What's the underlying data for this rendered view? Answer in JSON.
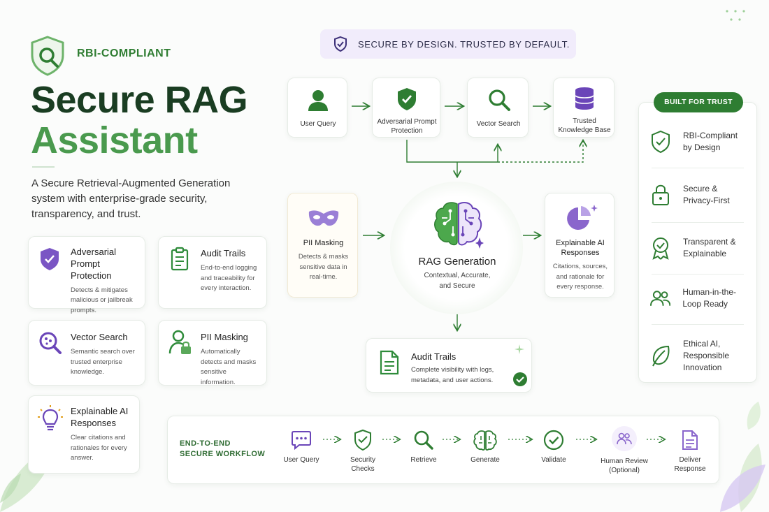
{
  "header": {
    "badge": "RBI-COMPLIANT",
    "title_line1": "Secure RAG",
    "title_line2": "Assistant",
    "description": "A Secure Retrieval-Augmented Generation system with enterprise-grade security, transparency, and trust."
  },
  "banner": {
    "text": "SECURE BY DESIGN. TRUSTED BY DEFAULT."
  },
  "feature_cards": [
    {
      "title": "Adversarial Prompt Protection",
      "desc": "Detects & mitigates malicious or jailbreak prompts.",
      "icon": "shield-icon"
    },
    {
      "title": "Audit Trails",
      "desc": "End-to-end logging and traceability for every interaction.",
      "icon": "clipboard-icon"
    },
    {
      "title": "Vector Search",
      "desc": "Semantic search over trusted enterprise knowledge.",
      "icon": "search-icon"
    },
    {
      "title": "PII Masking",
      "desc": "Automatically detects and masks sensitive information.",
      "icon": "user-lock-icon"
    },
    {
      "title": "Explainable AI Responses",
      "desc": "Clear citations and rationales for every answer.",
      "icon": "lightbulb-icon"
    }
  ],
  "pipeline": {
    "user_query": "User Query",
    "adversarial": "Adversarial Prompt Protection",
    "vector_search": "Vector Search",
    "knowledge_base": "Trusted Knowledge Base",
    "pii": {
      "title": "PII Masking",
      "desc": "Detects & masks sensitive data in real-time."
    },
    "rag": {
      "title": "RAG Generation",
      "desc": "Contextual, Accurate, and Secure"
    },
    "explainable": {
      "title": "Explainable AI Responses",
      "desc": "Citations, sources, and rationale for every response."
    },
    "audit": {
      "title": "Audit Trails",
      "desc": "Complete visibility with logs, metadata, and user actions."
    }
  },
  "trust": {
    "badge": "BUILT FOR TRUST",
    "items": [
      {
        "label": "RBI-Compliant by Design",
        "icon": "shield-check-icon"
      },
      {
        "label": "Secure & Privacy-First",
        "icon": "lock-icon"
      },
      {
        "label": "Transparent & Explainable",
        "icon": "award-icon"
      },
      {
        "label": "Human-in-the-Loop Ready",
        "icon": "people-icon"
      },
      {
        "label": "Ethical AI, Responsible Innovation",
        "icon": "leaf-icon"
      }
    ]
  },
  "workflow": {
    "title_line1": "END-TO-END",
    "title_line2": "SECURE WORKFLOW",
    "steps": [
      {
        "label": "User Query",
        "icon": "chat-icon"
      },
      {
        "label": "Security Checks",
        "icon": "shield-check-icon"
      },
      {
        "label": "Retrieve",
        "icon": "search-icon"
      },
      {
        "label": "Generate",
        "icon": "brain-icon"
      },
      {
        "label": "Validate",
        "icon": "check-circle-icon"
      },
      {
        "label": "Human Review (Optional)",
        "icon": "people-icon"
      },
      {
        "label": "Deliver Response",
        "icon": "document-icon"
      }
    ]
  },
  "colors": {
    "dark_green": "#1a3d22",
    "green": "#2e7d32",
    "light_green": "#4a9a4e",
    "purple": "#6a45b8",
    "lavender": "#f1ecfb"
  }
}
